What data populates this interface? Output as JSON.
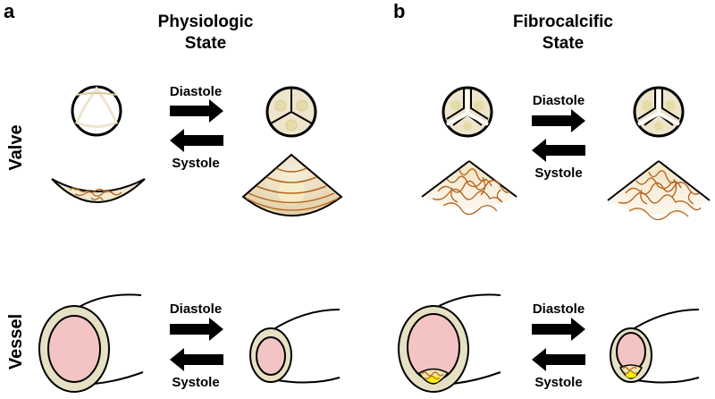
{
  "panels": {
    "a": {
      "letter": "a",
      "title_line1": "Physiologic",
      "title_line2": "State",
      "valve_arrows": {
        "forward": "Diastole",
        "backward": "Systole"
      },
      "vessel_arrows": {
        "forward": "Diastole",
        "backward": "Systole"
      }
    },
    "b": {
      "letter": "b",
      "title_line1": "Fibrocalcific",
      "title_line2": "State",
      "valve_arrows": {
        "forward": "Diastole",
        "backward": "Systole"
      },
      "vessel_arrows": {
        "forward": "Diastole",
        "backward": "Systole"
      }
    }
  },
  "rows": {
    "valve": "Valve",
    "vessel": "Vessel"
  },
  "colors": {
    "tissue": "#efe5cc",
    "tissue_edge": "#d9c8a0",
    "outline": "#000000",
    "fiber": "#b5651d",
    "lumen": "#f4c4c4",
    "vessel_wall": "#e6e1c4",
    "calcium": "#ffee00",
    "nodule": "#f0e6b0"
  }
}
